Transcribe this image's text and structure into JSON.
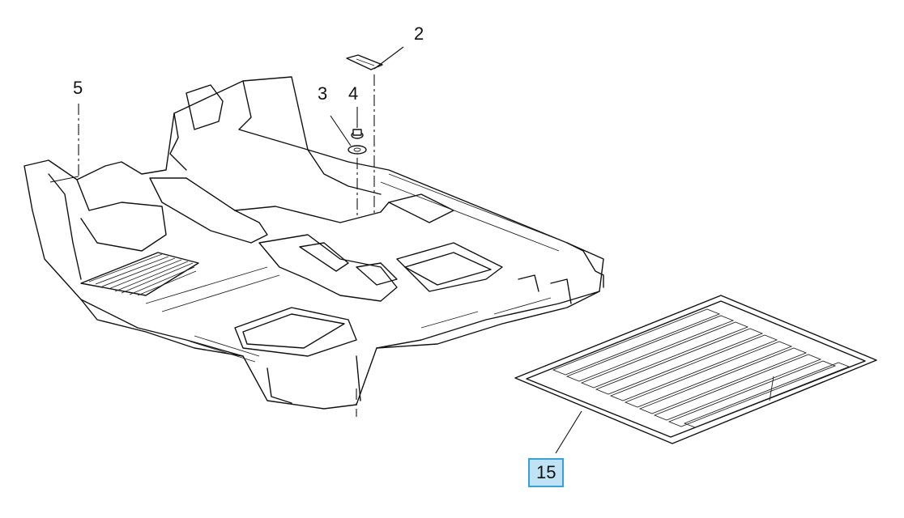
{
  "callouts": {
    "c2": "2",
    "c3": "3",
    "c4": "4",
    "c5": "5",
    "c15": "15"
  },
  "colors": {
    "highlight_fill": "#bfe3f5",
    "highlight_border": "#3aa0d8",
    "line": "#111111"
  },
  "icons": [
    "floor-carpet-drawing",
    "floor-mat-drawing",
    "retainer-drawing",
    "nut-drawing",
    "clip-drawing"
  ]
}
